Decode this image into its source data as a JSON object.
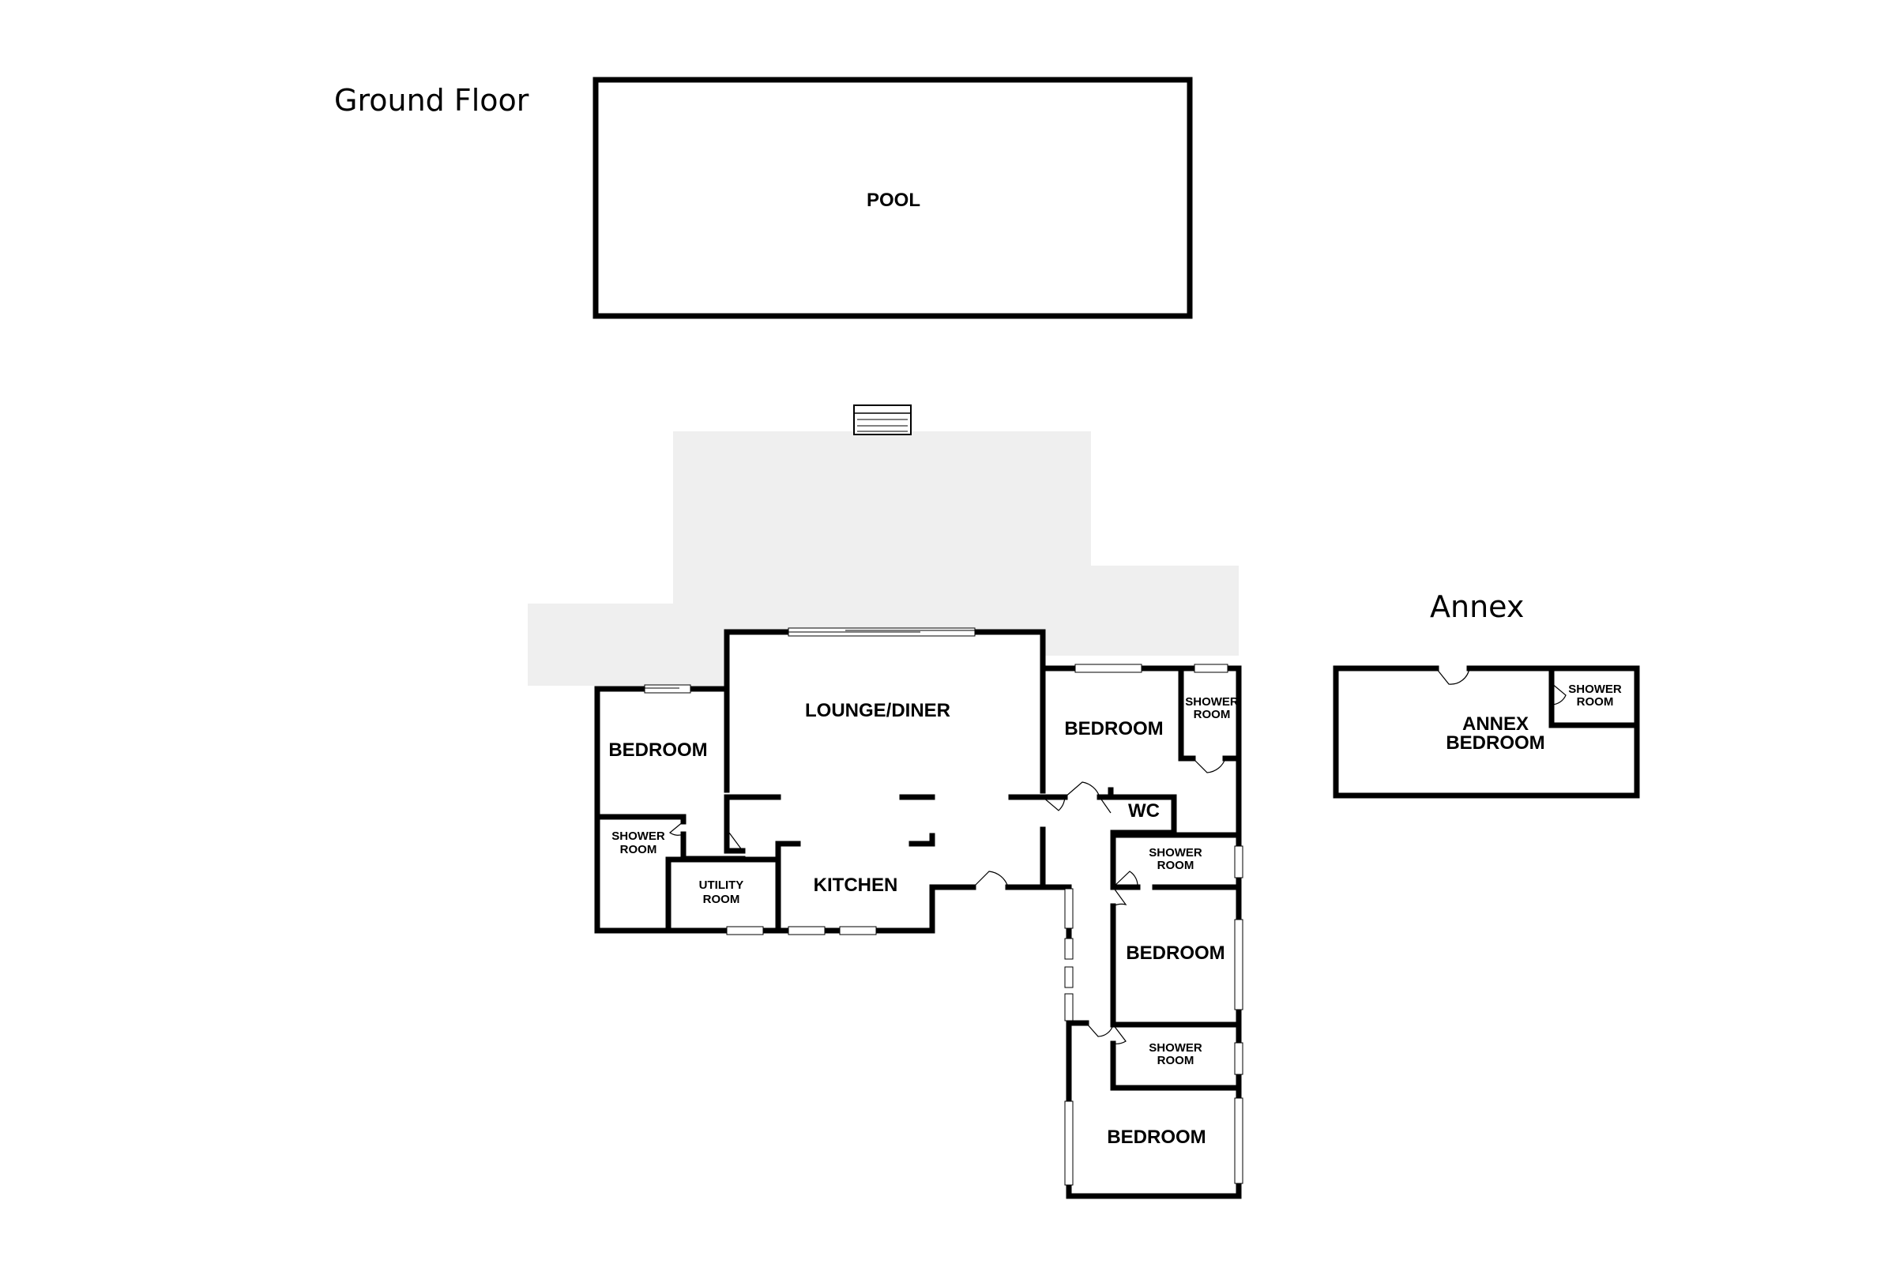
{
  "headings": {
    "ground_floor": "Ground Floor",
    "annex": "Annex"
  },
  "rooms": {
    "pool": "POOL",
    "lounge_diner": "LOUNGE/DINER",
    "bedroom_west": "BEDROOM",
    "shower_room_west_1": "SHOWER",
    "shower_room_west_2": "ROOM",
    "utility_1": "UTILITY",
    "utility_2": "ROOM",
    "kitchen": "KITCHEN",
    "bedroom_east_1": "BEDROOM",
    "shower_room_east_1a": "SHOWER",
    "shower_room_east_1b": "ROOM",
    "wc": "WC",
    "shower_room_east_2a": "SHOWER",
    "shower_room_east_2b": "ROOM",
    "bedroom_east_2": "BEDROOM",
    "shower_room_east_3a": "SHOWER",
    "shower_room_east_3b": "ROOM",
    "bedroom_east_3": "BEDROOM",
    "annex_bedroom_1": "ANNEX",
    "annex_bedroom_2": "BEDROOM",
    "annex_shower_1": "SHOWER",
    "annex_shower_2": "ROOM"
  },
  "colors": {
    "wall": "#000000",
    "terrace": "#efefef",
    "background": "#ffffff"
  }
}
